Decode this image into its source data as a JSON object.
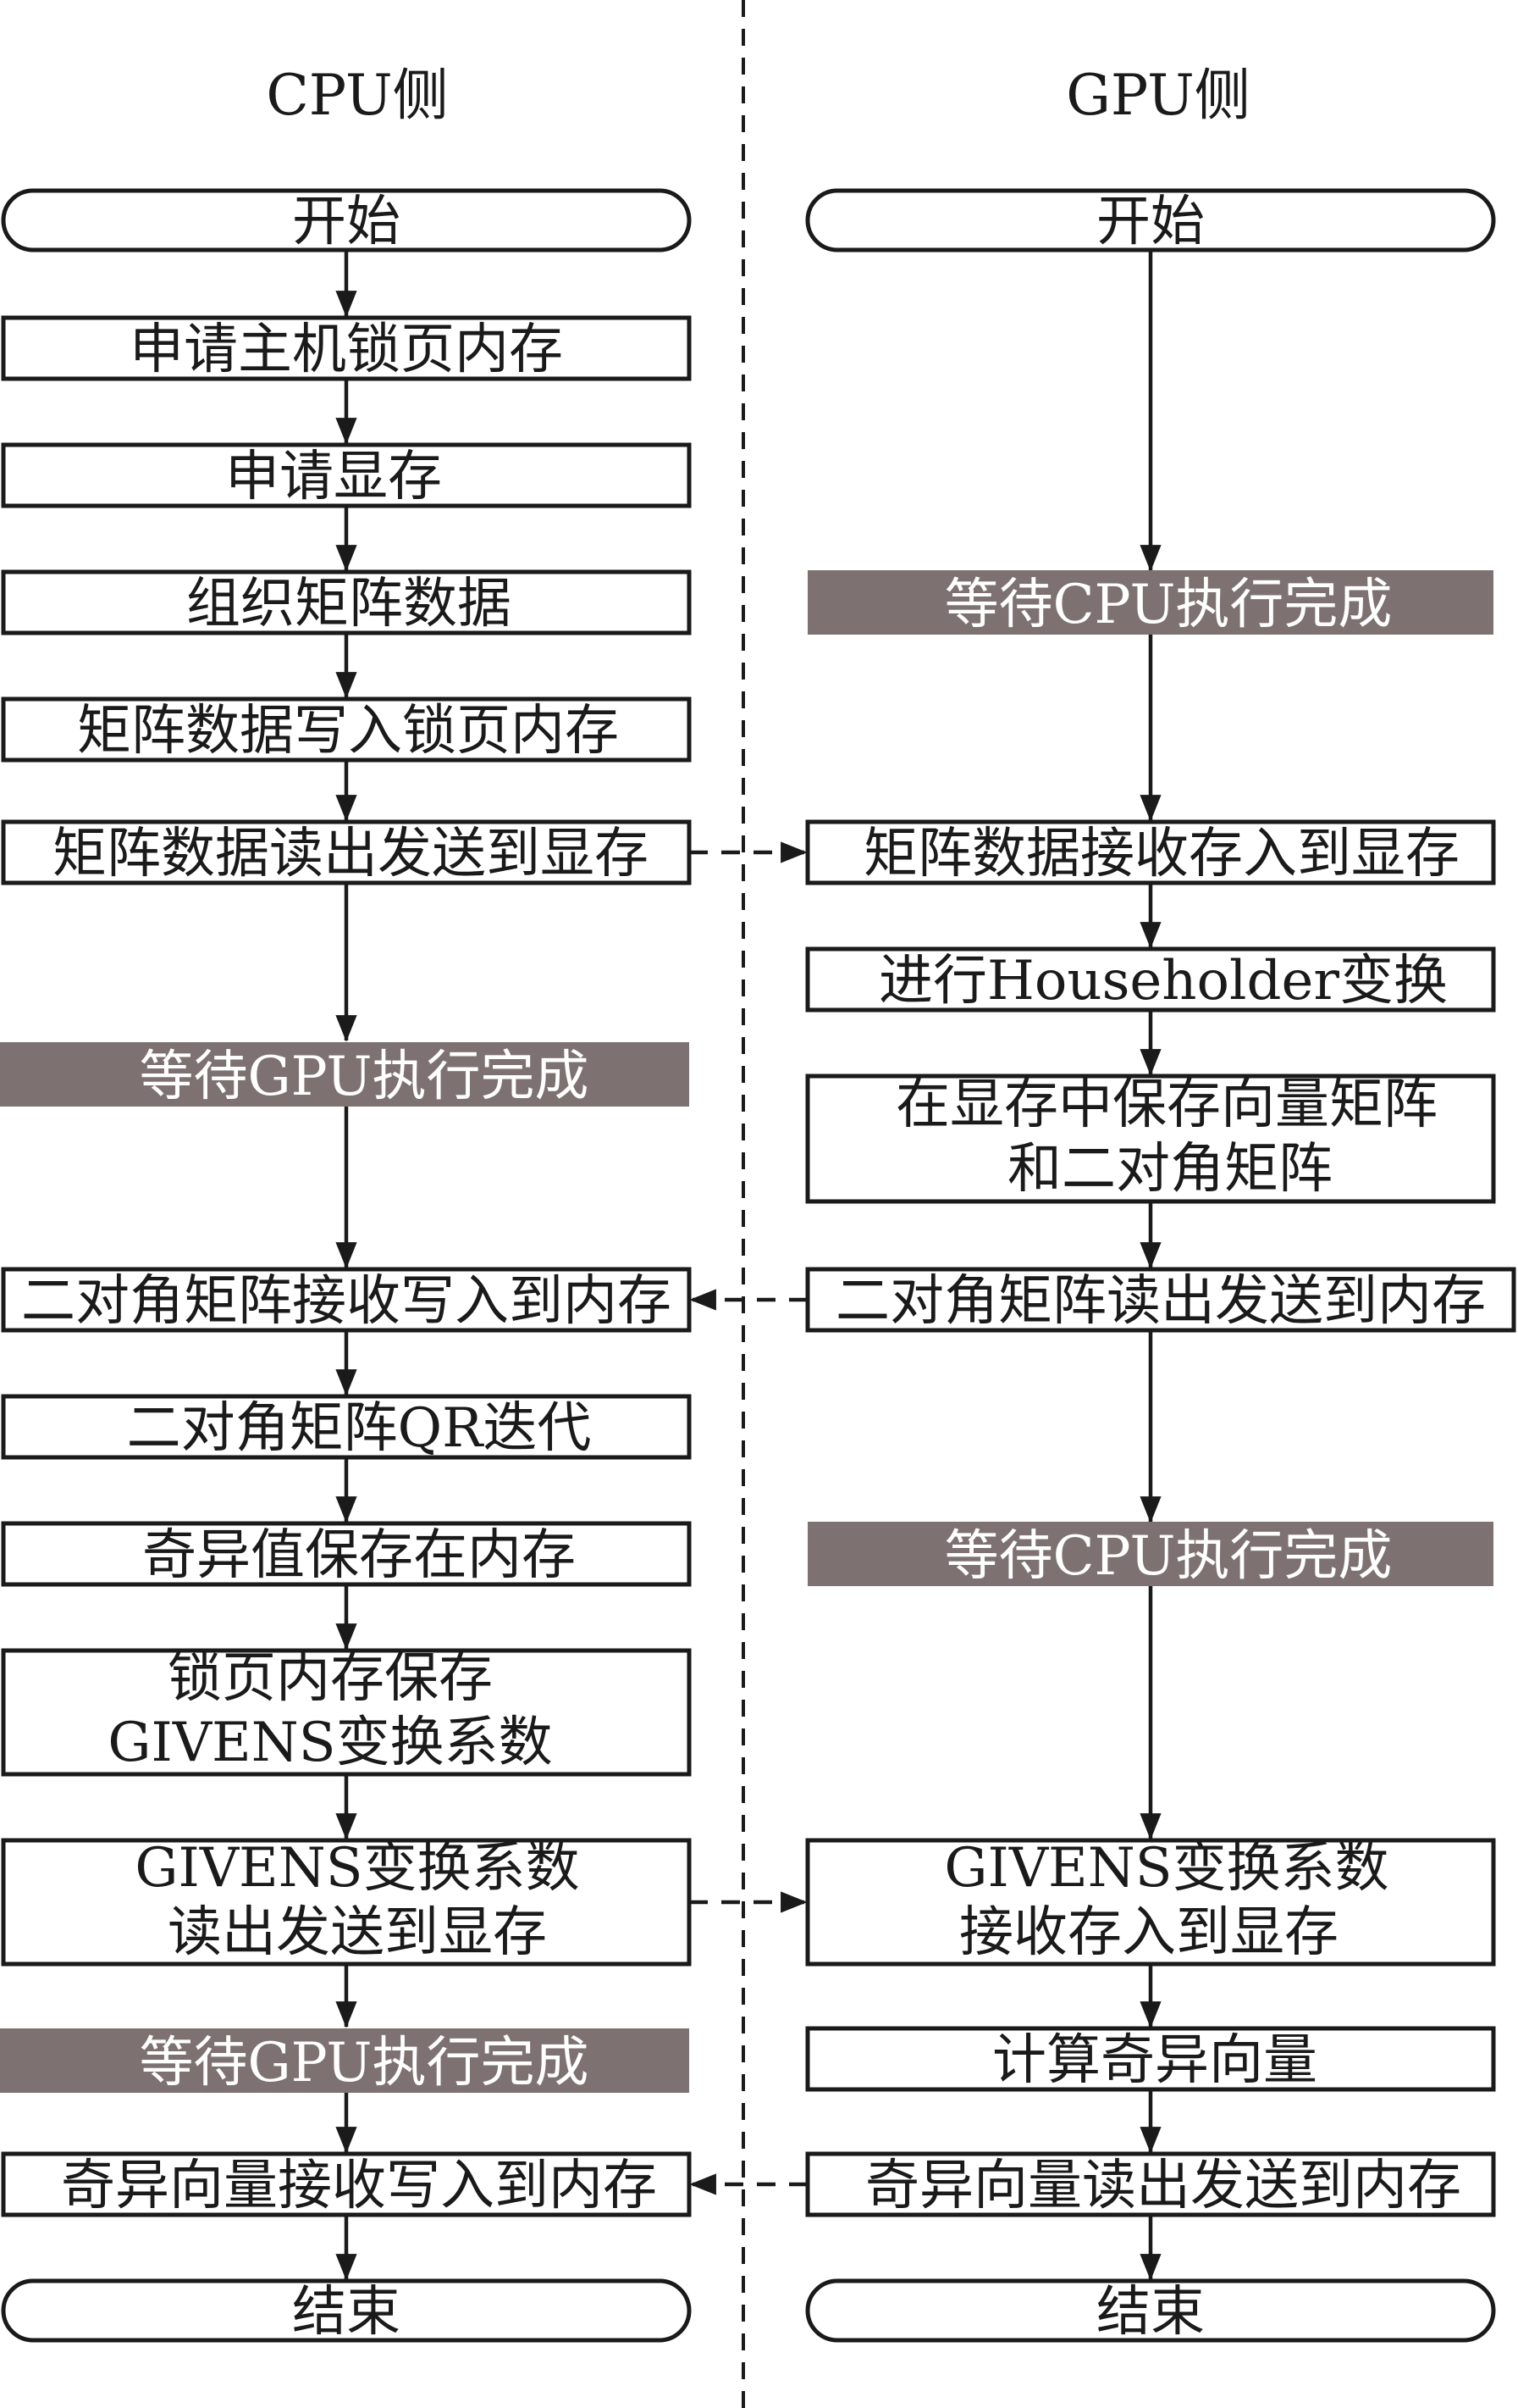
{
  "headers": {
    "cpu": "CPU侧",
    "gpu": "GPU侧"
  },
  "cpu": {
    "start": "开始",
    "alloc_pinned": "申请主机锁页内存",
    "alloc_device": "申请显存",
    "organize_matrix": "组织矩阵数据",
    "write_pinned": "矩阵数据写入锁页内存",
    "send_matrix": "矩阵数据读出发送到显存",
    "wait_gpu_1": "等待GPU执行完成",
    "receive_bidiagonal": "二对角矩阵接收写入到内存",
    "qr_iteration": "二对角矩阵QR迭代",
    "save_singular_values": "奇异值保存在内存",
    "save_givens": [
      "锁页内存保存",
      "GIVENS变换系数"
    ],
    "send_givens": [
      "GIVENS变换系数",
      "读出发送到显存"
    ],
    "wait_gpu_2": "等待GPU执行完成",
    "receive_vectors": "奇异向量接收写入到内存",
    "end": "结束"
  },
  "gpu": {
    "start": "开始",
    "wait_cpu_1": "等待CPU执行完成",
    "receive_matrix": "矩阵数据接收存入到显存",
    "householder": "进行Householder变换",
    "save_matrices": [
      "在显存中保存向量矩阵",
      "和二对角矩阵"
    ],
    "send_bidiagonal": "二对角矩阵读出发送到内存",
    "wait_cpu_2": "等待CPU执行完成",
    "receive_givens": [
      "GIVENS变换系数",
      "接收存入到显存"
    ],
    "compute_vectors": "计算奇异向量",
    "send_vectors": "奇异向量读出发送到内存",
    "end": "结束"
  },
  "colors": {
    "line": "#1a1a1a",
    "wait_fill": "#7d7271",
    "wait_text": "#ffffff",
    "background": "#ffffff"
  }
}
